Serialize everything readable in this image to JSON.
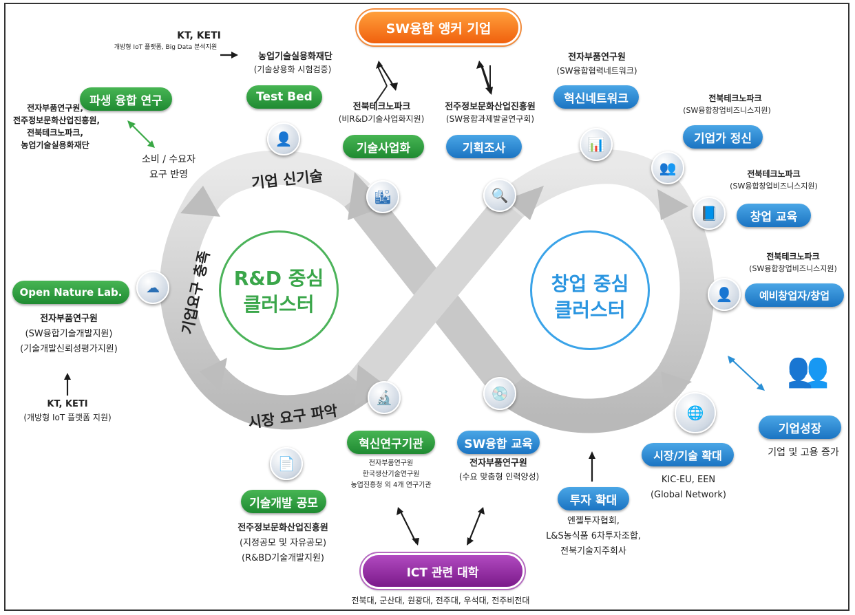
{
  "top_orange": "SW융합 앵커 기업",
  "bottom_purple": "ICT 관련 대학",
  "bottom_purple_sub": "전북대, 군산대, 원광대, 전주대, 우석대, 전주비전대",
  "left_circle": {
    "line1": "R&D 중심",
    "line2": "클러스터"
  },
  "right_circle": {
    "line1": "창업 중심",
    "line2": "클러스터"
  },
  "arrow_labels": {
    "top": "기업 신기술",
    "left": "기업요구 충족",
    "bottom": "시장 요구 파악"
  },
  "testbed": {
    "org1": "KT, KETI",
    "org1_sub": "개방형 IoT 플랫폼, Big Data 분석지원",
    "org2": "농업기술실용화재단",
    "org2_sub": "(기술상용화 시험검증)",
    "pill": "Test Bed"
  },
  "derivative": {
    "pill": "파생 융합 연구",
    "orgs": [
      "전자부품연구원,",
      "전주정보문화산업진흥원,",
      "전북테크노파크,",
      "농업기술실용화재단"
    ],
    "demand": [
      "소비 / 수요자",
      "요구 반영"
    ]
  },
  "tech_biz": {
    "org": "전북테크노파크",
    "sub": "(비R&D기술사업화지원)",
    "pill": "기술사업화"
  },
  "plan": {
    "org": "전주정보문화산업진흥원",
    "sub": "(SW융합과제발굴연구회)",
    "pill": "기획조사"
  },
  "innov_net": {
    "org": "전자부품연구원",
    "sub": "(SW융합협력네트워크)",
    "pill": "혁신네트워크"
  },
  "entre_spirit": {
    "org": "전북테크노파크",
    "sub": "(SW융합창업비즈니스지원)",
    "pill": "기업가 정신"
  },
  "startup_edu": {
    "org": "전북테크노파크",
    "sub": "(SW융합창업비즈니스지원)",
    "pill": "창업 교육"
  },
  "pre_startup": {
    "org": "전북테크노파크",
    "sub": "(SW융합창업비즈니스지원)",
    "pill": "예비창업자/창업"
  },
  "open_lab": {
    "pill": "Open Nature Lab.",
    "org": "전자부품연구원",
    "lines": [
      "(SW융합기술개발지원)",
      "(기술개발신뢰성평가지원)"
    ],
    "org2": "KT, KETI",
    "org2_sub": "(개방형 IoT 플랫폼 지원)"
  },
  "innov_inst": {
    "pill": "혁신연구기관",
    "lines": [
      "전자부품연구원",
      "한국생산기술연구원",
      "농업진흥청 외 4개 연구기관"
    ]
  },
  "sw_edu": {
    "pill": "SW융합 교육",
    "org": "전자부품연구원",
    "sub": "(수요 맞춤형 인력양성)"
  },
  "contest": {
    "pill": "기술개발 공모",
    "org": "전주정보문화산업진흥원",
    "lines": [
      "(지정공모 및 자유공모)",
      "(R&BD기술개발지원)"
    ]
  },
  "invest": {
    "pill": "투자 확대",
    "lines": [
      "엔젤투자협회,",
      "L&S농식품 6차투자조합,",
      "전북기술지주회사"
    ]
  },
  "market": {
    "pill": "시장/기술 확대",
    "lines": [
      "KIC-EU, EEN",
      "(Global Network)"
    ]
  },
  "growth": {
    "pill": "기업성장",
    "sub": "기업 및 고용 증가"
  },
  "colors": {
    "green": "#2e9e40",
    "blue": "#1f7fd0",
    "orange": "#f26d1e",
    "purple": "#8e2a9e",
    "arrow": "#cfcfcf"
  }
}
